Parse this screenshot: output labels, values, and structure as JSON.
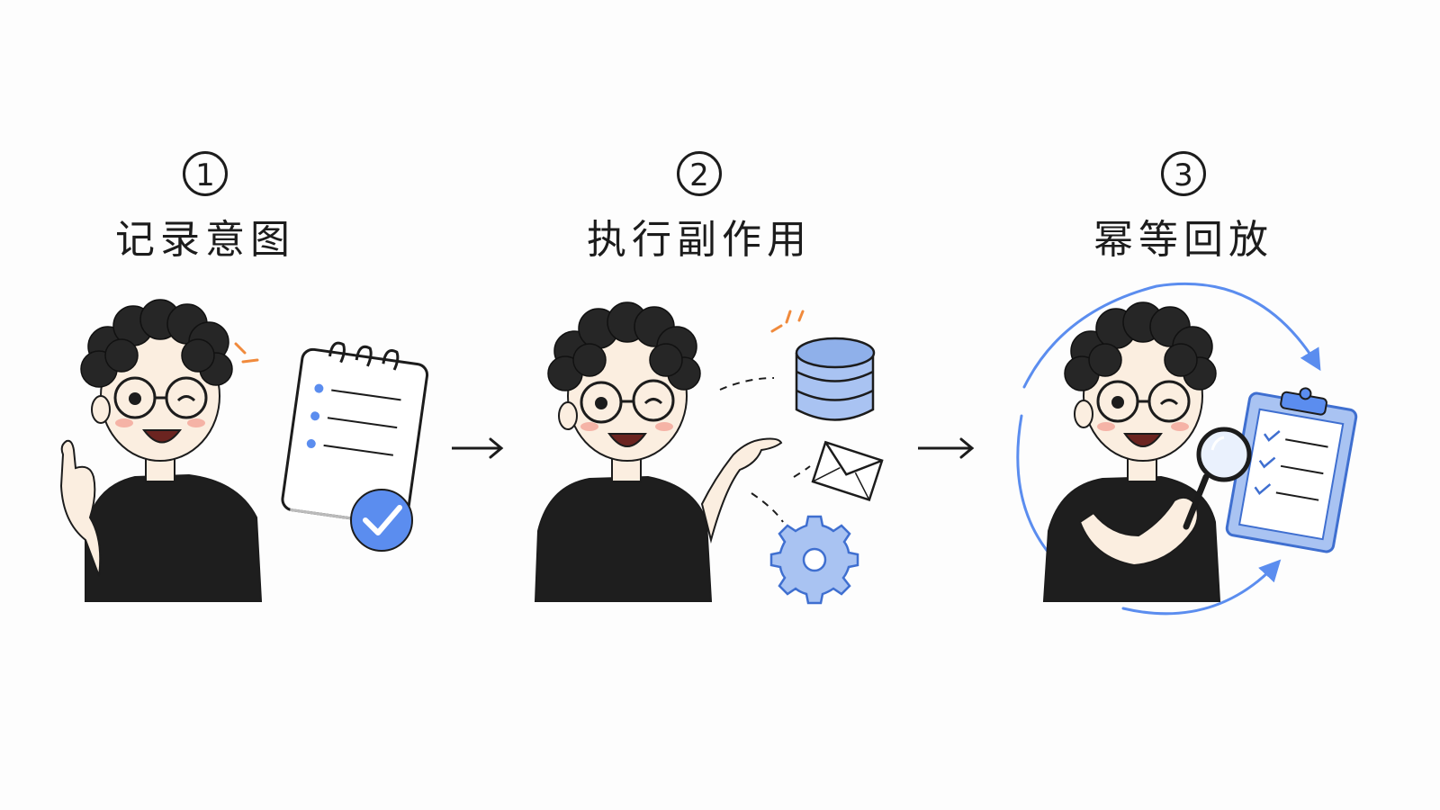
{
  "steps": [
    {
      "number": "1",
      "title": "记录意图"
    },
    {
      "number": "2",
      "title": "执行副作用"
    },
    {
      "number": "3",
      "title": "幂等回放"
    }
  ],
  "colors": {
    "ink": "#1c1c1c",
    "accent_blue": "#5b8def",
    "light_blue": "#a9c3f2",
    "accent_orange": "#f08a3c",
    "skin": "#fbeee0",
    "blush": "#f5b3a6",
    "shirt": "#1e1e1e",
    "hair": "#262626"
  },
  "icons": [
    "notepad-icon",
    "check-badge-icon",
    "database-icon",
    "envelope-icon",
    "gear-icon",
    "clipboard-icon",
    "magnifier-icon",
    "cycle-arrows-icon",
    "arrow-right-icon"
  ]
}
